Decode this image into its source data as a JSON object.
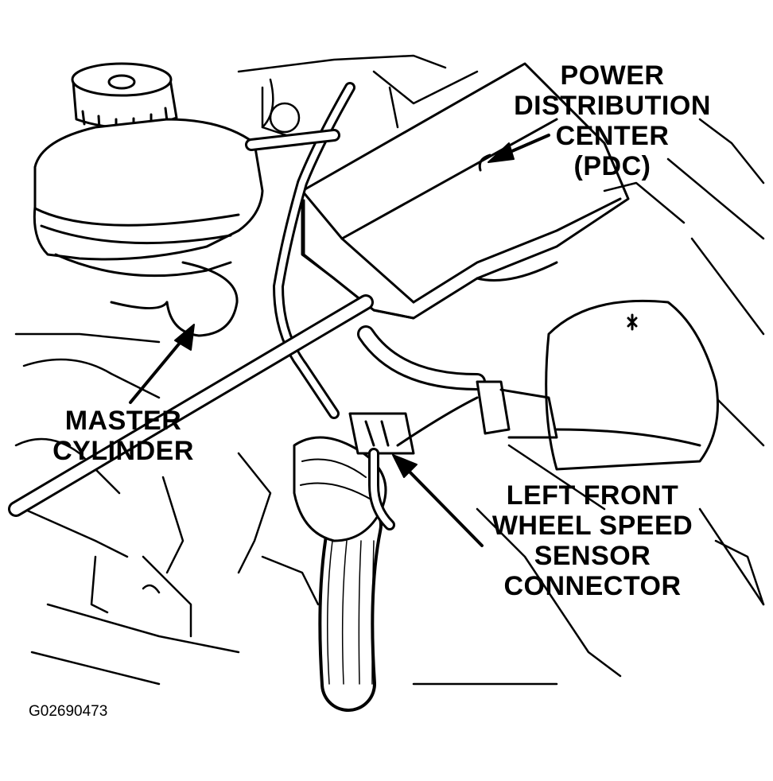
{
  "labels": {
    "pdc": [
      "POWER",
      "DISTRIBUTION",
      "CENTER",
      "(PDC)"
    ],
    "master_cylinder": [
      "MASTER",
      "CYLINDER"
    ],
    "wheel_speed_sensor": [
      "LEFT FRONT",
      "WHEEL SPEED",
      "SENSOR",
      "CONNECTOR"
    ]
  },
  "figure_id": "G02690473",
  "colors": {
    "ink": "#000000",
    "paper": "#ffffff"
  }
}
